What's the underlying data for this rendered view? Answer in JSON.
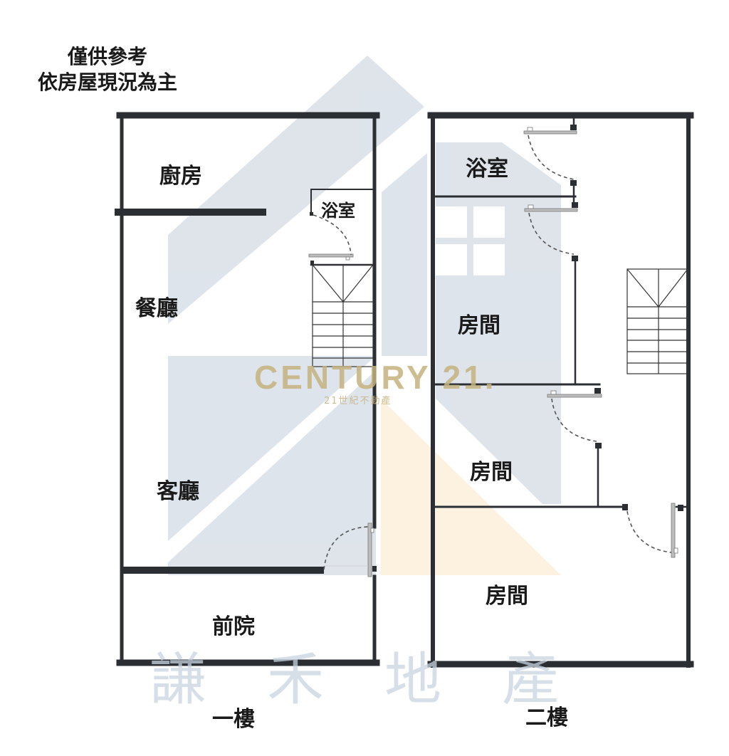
{
  "disclaimer": {
    "line1": "僅供參考",
    "line2": "依房屋現況為主"
  },
  "floor1": {
    "label": "一樓",
    "rooms": {
      "kitchen": "廚房",
      "bathroom": "浴室",
      "dining": "餐廳",
      "living": "客廳",
      "front_yard": "前院"
    }
  },
  "floor2": {
    "label": "二樓",
    "rooms": {
      "bathroom": "浴室",
      "bedroom1": "房間",
      "bedroom2": "房間",
      "bedroom3": "房間"
    }
  },
  "watermark": {
    "brand_en": "CENTURY 21.",
    "brand_zh": "21世紀不動產",
    "agency_chars": [
      "謙",
      "禾",
      "地",
      "產"
    ],
    "colors": {
      "house_shape": "#dde3ea",
      "accent_triangle": "#fdf1e0",
      "brand_gold": "#c4b27e"
    }
  },
  "colors": {
    "wall": "#2b2f33",
    "door_leaf": "#9a9a9a",
    "text": "#1a1a1a"
  }
}
